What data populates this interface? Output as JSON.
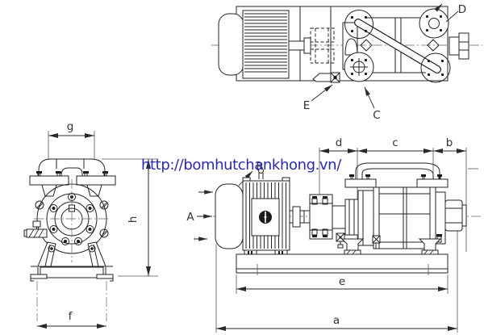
{
  "watermark": {
    "text": "http://bomhutchankhong.vn/",
    "color": "#2b2bad"
  },
  "colors": {
    "line": "#232323",
    "thin_line": "#555555",
    "background": "#ffffff"
  },
  "dimension_labels": {
    "a": "a",
    "b": "b",
    "c": "c",
    "d": "d",
    "e": "e",
    "f": "f",
    "g": "g",
    "h": "h"
  },
  "part_labels": {
    "A": "A",
    "B": "B",
    "C": "C",
    "D": "D",
    "E": "E"
  }
}
